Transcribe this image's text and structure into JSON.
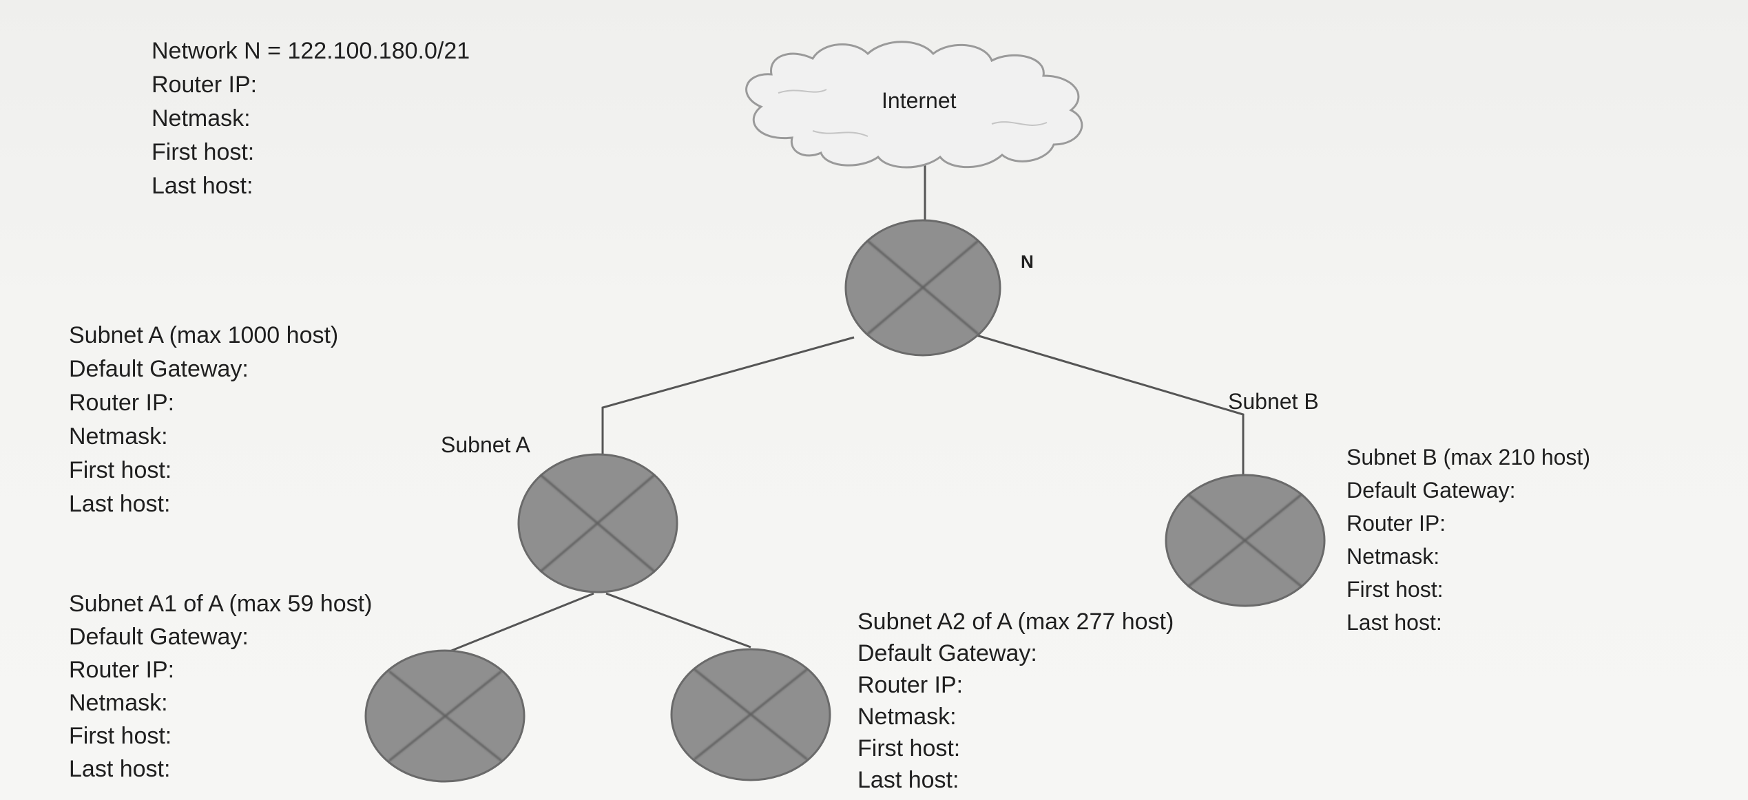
{
  "network_info": {
    "lines": [
      "Network N = 122.100.180.0/21",
      "Router IP:",
      "Netmask:",
      "First host:",
      "Last host:"
    ]
  },
  "subnet_a_info": {
    "lines": [
      "Subnet A (max 1000 host)",
      "Default Gateway:",
      "Router IP:",
      "Netmask:",
      "First host:",
      "Last host:"
    ]
  },
  "subnet_b_info": {
    "lines": [
      "Subnet B (max 210 host)",
      "Default Gateway:",
      "Router IP:",
      "Netmask:",
      "First host:",
      "Last host:"
    ]
  },
  "subnet_a1_info": {
    "lines": [
      "Subnet A1 of A (max 59 host)",
      "Default Gateway:",
      "Router IP:",
      "Netmask:",
      "First host:",
      "Last host:"
    ]
  },
  "subnet_a2_info": {
    "lines": [
      "Subnet A2 of A (max 277 host)",
      "Default Gateway:",
      "Router IP:",
      "Netmask:",
      "First host:",
      "Last host:"
    ]
  },
  "labels": {
    "internet": "Internet",
    "router_n": "N",
    "subnet_a": "Subnet A",
    "subnet_b": "Subnet B"
  },
  "colors": {
    "router_fill": "#8f8f8f",
    "router_stroke": "#6a6a6a",
    "link": "#555555",
    "cloud_fill": "#f1f1f1",
    "cloud_stroke": "#9a9a9a",
    "text": "#1f1f1f"
  }
}
